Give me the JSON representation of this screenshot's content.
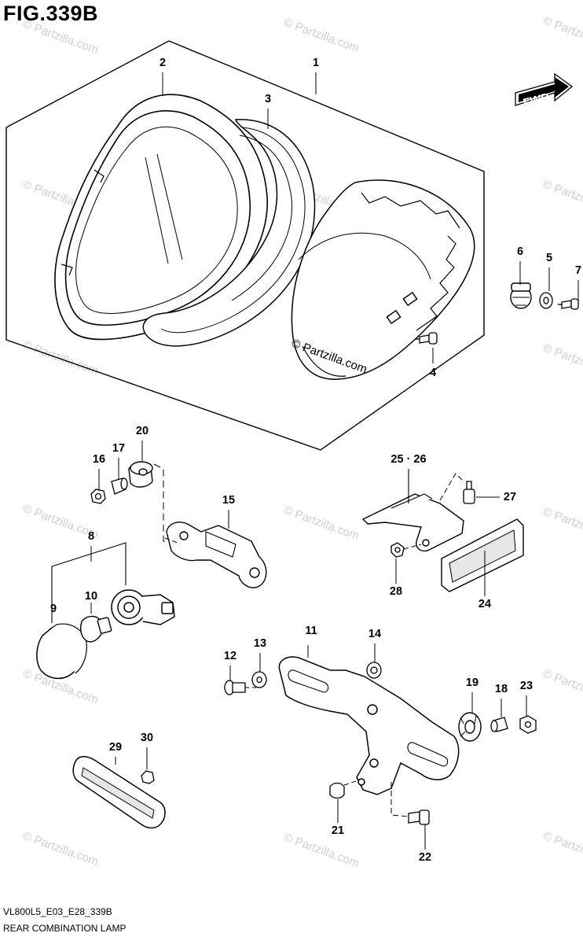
{
  "figure": {
    "title": "FIG.339B",
    "drawing_code": "VL800L5_E03_E28_339B",
    "caption": "REAR COMBINATION LAMP"
  },
  "fwd_label": "FWD",
  "watermark": "© Partzilla.com",
  "callouts": [
    "1",
    "2",
    "3",
    "4",
    "5",
    "6",
    "7",
    "8",
    "9",
    "10",
    "11",
    "12",
    "13",
    "14",
    "15",
    "16",
    "17",
    "18",
    "19",
    "20",
    "21",
    "22",
    "23",
    "24",
    "25 · 26",
    "27",
    "28",
    "29",
    "30"
  ]
}
